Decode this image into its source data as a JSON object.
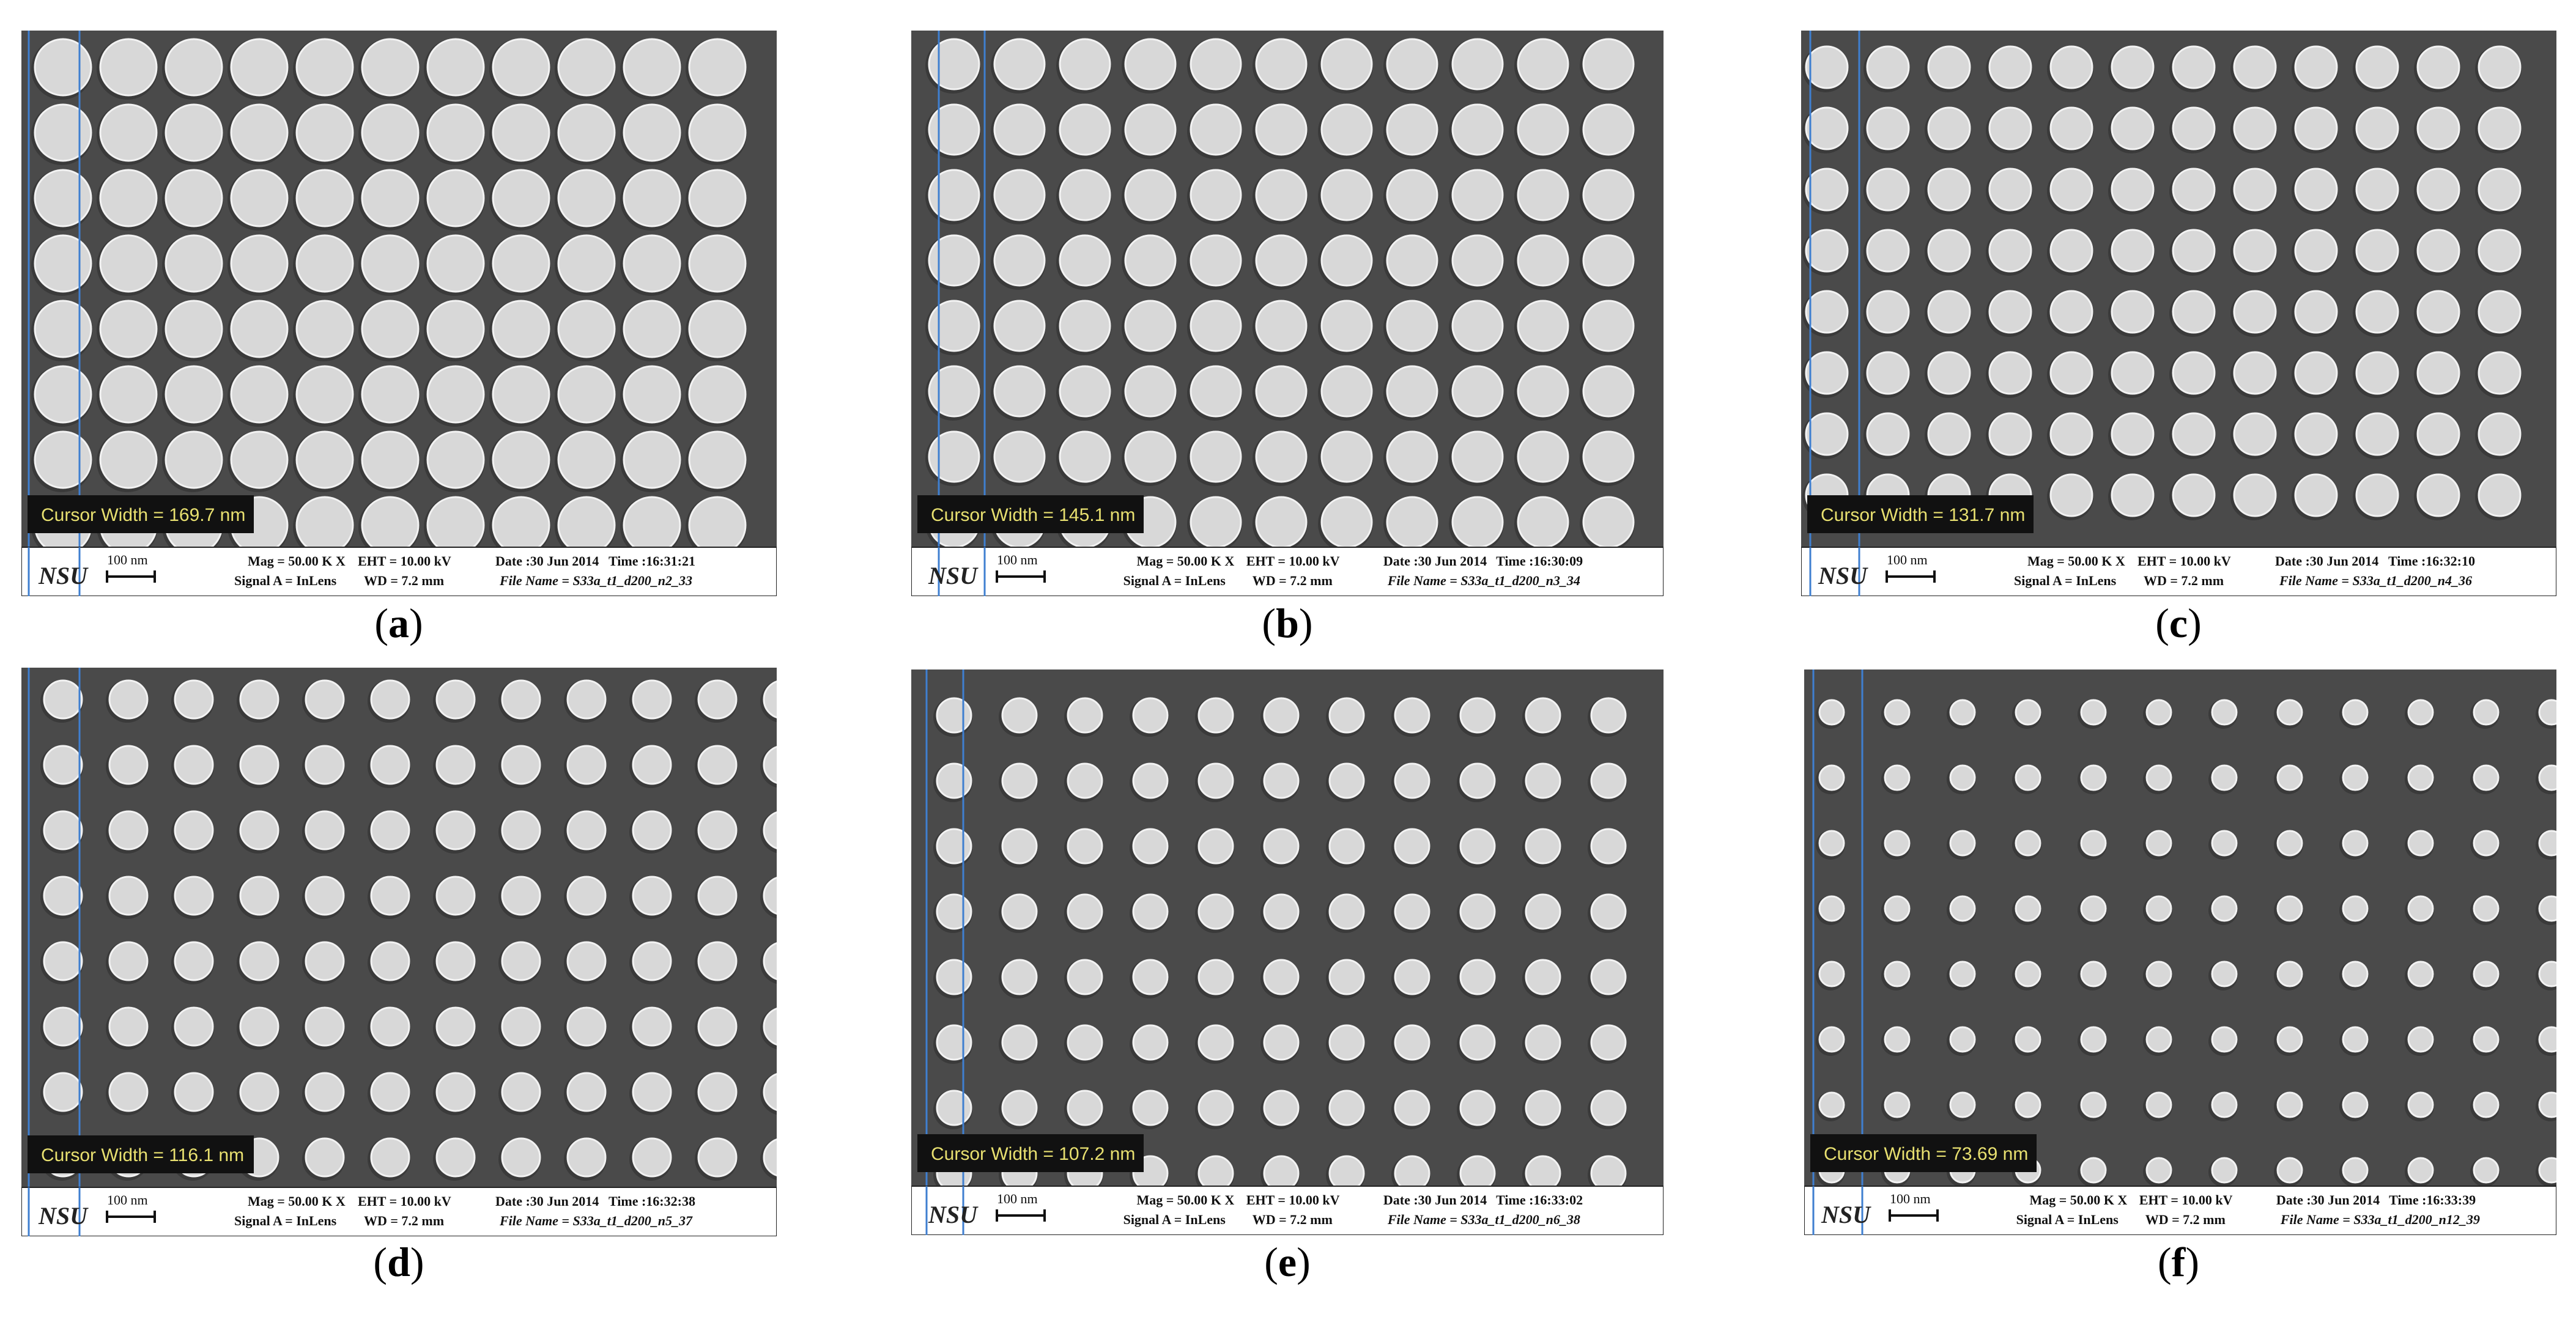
{
  "panels": [
    {
      "id": "a",
      "label": "a",
      "cursor_width": "Cursor Width = 169.7 nm",
      "logo": "NSU",
      "scale_bar": "100 nm",
      "mag": "Mag =  50.00 K X",
      "eht": "EHT = 10.00 kV",
      "signal": "Signal A = InLens",
      "wd": "WD = 7.2 mm",
      "date": "Date :30 Jun 2014",
      "time": "Time :16:31:21",
      "file": "File Name = S33a_t1_d200_n2_33"
    },
    {
      "id": "b",
      "label": "b",
      "cursor_width": "Cursor Width = 145.1 nm",
      "logo": "NSU",
      "scale_bar": "100 nm",
      "mag": "Mag =  50.00 K X",
      "eht": "EHT = 10.00 kV",
      "signal": "Signal A = InLens",
      "wd": "WD = 7.2 mm",
      "date": "Date :30 Jun 2014",
      "time": "Time :16:30:09",
      "file": "File Name = S33a_t1_d200_n3_34"
    },
    {
      "id": "c",
      "label": "c",
      "cursor_width": "Cursor Width = 131.7 nm",
      "logo": "NSU",
      "scale_bar": "100 nm",
      "mag": "Mag =  50.00 K X",
      "eht": "EHT = 10.00 kV",
      "signal": "Signal A = InLens",
      "wd": "WD = 7.2 mm",
      "date": "Date :30 Jun 2014",
      "time": "Time :16:32:10",
      "file": "File Name = S33a_t1_d200_n4_36"
    },
    {
      "id": "d",
      "label": "d",
      "cursor_width": "Cursor Width = 116.1 nm",
      "logo": "NSU",
      "scale_bar": "100 nm",
      "mag": "Mag =  50.00 K X",
      "eht": "EHT = 10.00 kV",
      "signal": "Signal A = InLens",
      "wd": "WD = 7.2 mm",
      "date": "Date :30 Jun 2014",
      "time": "Time :16:32:38",
      "file": "File Name = S33a_t1_d200_n5_37"
    },
    {
      "id": "e",
      "label": "e",
      "cursor_width": "Cursor Width = 107.2 nm",
      "logo": "NSU",
      "scale_bar": "100 nm",
      "mag": "Mag =  50.00 K X",
      "eht": "EHT = 10.00 kV",
      "signal": "Signal A = InLens",
      "wd": "WD = 7.2 mm",
      "date": "Date :30 Jun 2014",
      "time": "Time :16:33:02",
      "file": "File Name = S33a_t1_d200_n6_38"
    },
    {
      "id": "f",
      "label": "f",
      "cursor_width": "Cursor Width = 73.69 nm",
      "logo": "NSU",
      "scale_bar": "100 nm",
      "mag": "Mag =  50.00 K X",
      "eht": "EHT = 10.00 kV",
      "signal": "Signal A = InLens",
      "wd": "WD = 7.2 mm",
      "date": "Date :30 Jun 2014",
      "time": "Time :16:33:39",
      "file": "File Name = S33a_t1_d200_n12_39"
    }
  ],
  "colors": {
    "background": "#4a4a4a",
    "dot": "#d8d8d8",
    "cursor_line": "#3f7fd0",
    "cursor_text": "#e8e070",
    "cursor_box": "#111111",
    "footer_bg": "#ffffff"
  }
}
